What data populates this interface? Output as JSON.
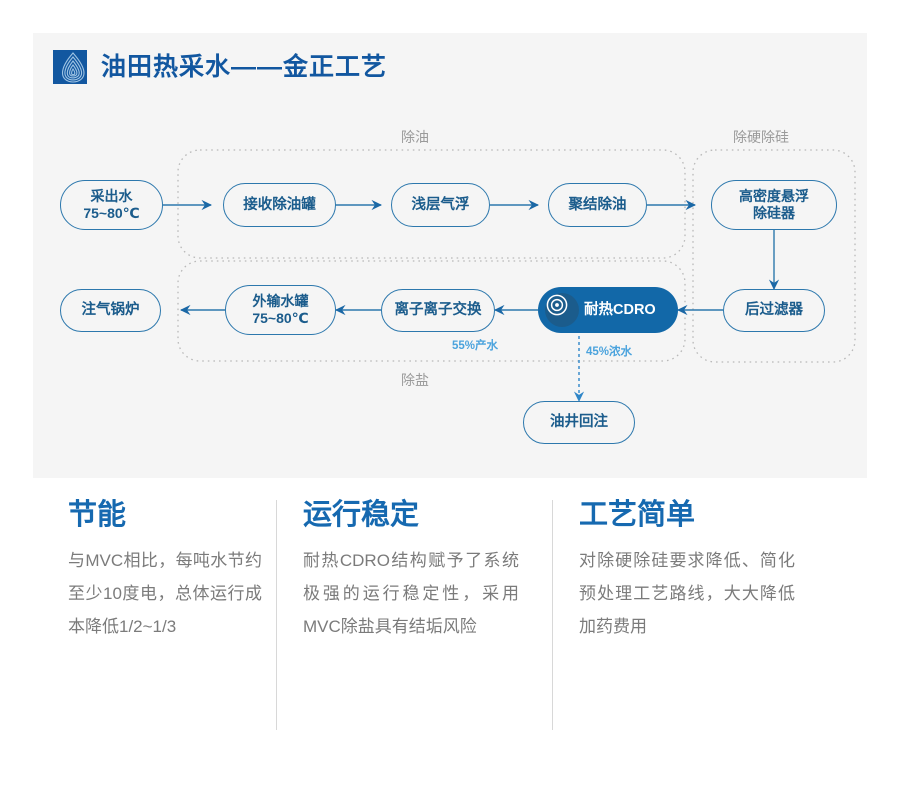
{
  "header": {
    "logo_icon": "water-ripple-logo-icon",
    "title": "油田热采水——金正工艺",
    "brand_color": "#1257a0"
  },
  "diagram": {
    "groups": [
      {
        "id": "deoiling",
        "label": "除油"
      },
      {
        "id": "desilication",
        "label": "除硬除硅"
      },
      {
        "id": "desalting",
        "label": "除盐"
      }
    ],
    "nodes": [
      {
        "id": "produced-water",
        "label": "采出水\n75~80℃"
      },
      {
        "id": "receiving-tank",
        "label": "接收除油罐"
      },
      {
        "id": "shallow-flotation",
        "label": "浅层气浮"
      },
      {
        "id": "coalescing-deoiler",
        "label": "聚结除油"
      },
      {
        "id": "hd-suspension",
        "label": "高密度悬浮\n除硅器"
      },
      {
        "id": "post-filter",
        "label": "后过滤器"
      },
      {
        "id": "cdro",
        "label": "耐热CDRO",
        "icon": "reverse-osmosis-icon",
        "highlight": true
      },
      {
        "id": "ion-exchange",
        "label": "离子离子交换"
      },
      {
        "id": "export-tank",
        "label": "外输水罐\n75~80℃"
      },
      {
        "id": "steam-boiler",
        "label": "注气锅炉"
      },
      {
        "id": "well-reinjection",
        "label": "油井回注"
      }
    ],
    "flow_labels": [
      {
        "id": "permeate",
        "label": "55%产水"
      },
      {
        "id": "concentrate",
        "label": "45%浓水"
      }
    ],
    "node_border_color": "#2d78ad",
    "node_text_color": "#1b5c8c",
    "highlight_fill": "#1268a8",
    "flow_label_color": "#4ba3dd"
  },
  "features": [
    {
      "id": "energy-saving",
      "title": "节能",
      "body": "与MVC相比，每吨水节约至少10度电，总体运行成本降低1/2~1/3"
    },
    {
      "id": "stable-operation",
      "title": "运行稳定",
      "body": "耐热CDRO结构赋予了系统极强的运行稳定性，采用MVC除盐具有结垢风险"
    },
    {
      "id": "simple-process",
      "title": "工艺简单",
      "body": "对除硬除硅要求降低、简化预处理工艺路线，大大降低加药费用"
    }
  ]
}
